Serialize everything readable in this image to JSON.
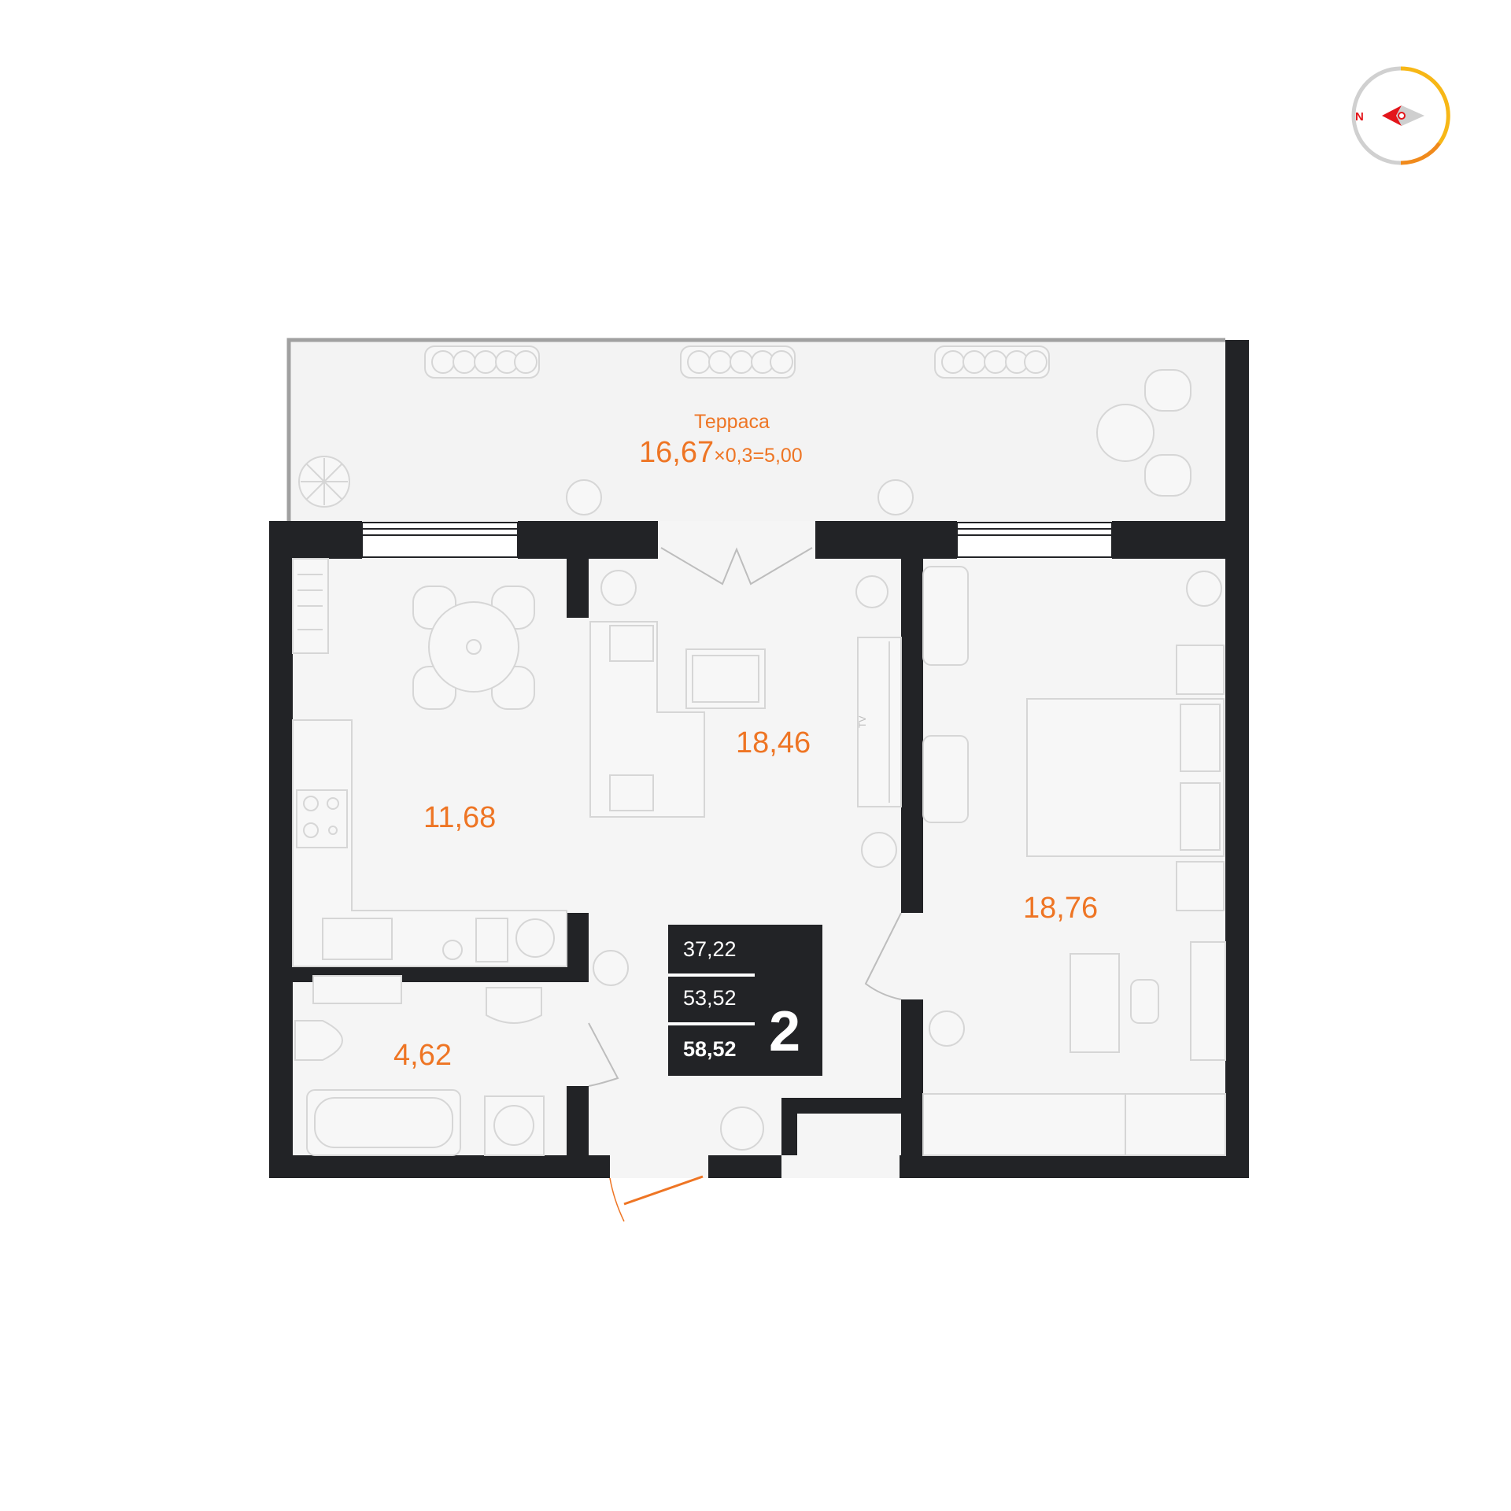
{
  "terrace": {
    "name": "Терраса",
    "area": "16,67",
    "coefficient_expr": "×0,3=5,00"
  },
  "rooms": {
    "kitchen_area": "11,68",
    "living_area": "18,46",
    "bedroom_area": "18,76",
    "bathroom_area": "4,62"
  },
  "summary": {
    "living_area": "37,22",
    "total_area": "53,52",
    "total_with_terrace": "58,52",
    "room_count": "2"
  },
  "compass": {
    "north_label": "N",
    "colors": {
      "arrow": "#e3161b",
      "ring_accent": "#f7b716",
      "ring_accent_2": "#f08a1c",
      "ring": "#d0d0d0"
    }
  },
  "colors": {
    "wall": "#222326",
    "floor": "#f5f5f5",
    "accent": "#ee7524",
    "furniture_line": "#d6d6d6"
  },
  "furniture": {
    "tv_label": "TV"
  }
}
